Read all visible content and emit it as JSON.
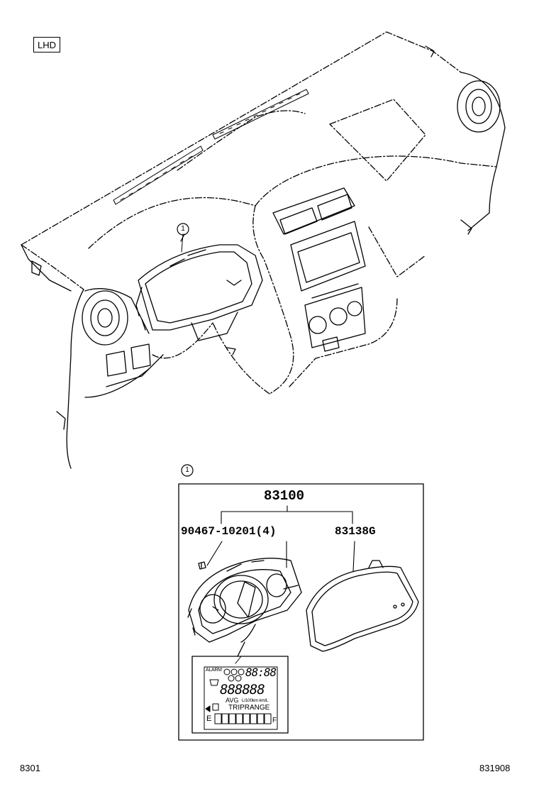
{
  "header": {
    "variant_tag": "LHD"
  },
  "callouts": {
    "main_ref": "1",
    "detail_ref": "1"
  },
  "parts": {
    "assembly": "83100",
    "screw": "90467-10201(4)",
    "glass": "83138G"
  },
  "display": {
    "top_row": "ALARM",
    "clock": "88:88",
    "digits": "888888",
    "avg_label": "AVG",
    "avg_units": "L/100km km/L",
    "trip_label": "TRIPRANGE",
    "fuel_empty": "E",
    "fuel_full": "F"
  },
  "footer": {
    "page_left": "8301",
    "page_right": "831908"
  }
}
